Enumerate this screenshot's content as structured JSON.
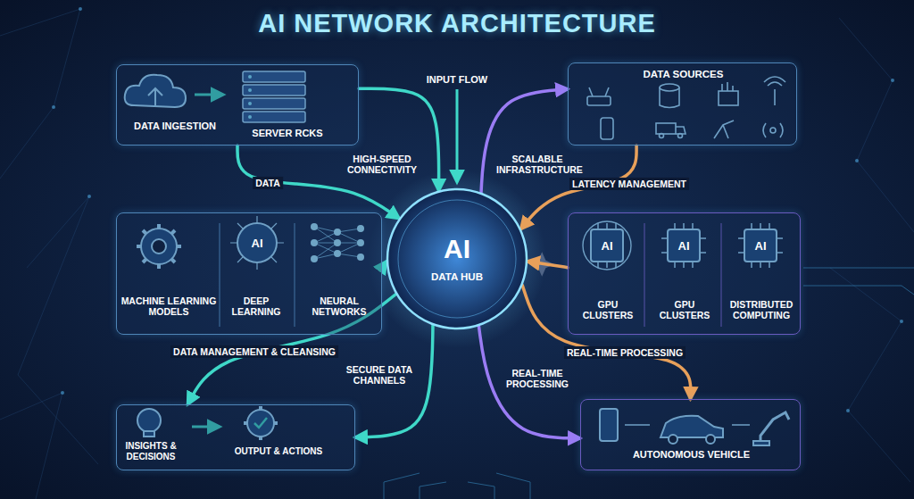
{
  "diagram": {
    "title": "AI NETWORK ARCHITECTURE",
    "nodes": [
      {
        "text": [
          "DATA INGESTION",
          "SERVER RCKS"
        ]
      },
      {
        "text": [
          "DATA SOURCES"
        ]
      },
      {
        "text": [
          "MACHINE LEARNING MODELS",
          "DEEP LEARNING",
          "NEURAL NETWORKS"
        ]
      },
      {
        "text": [
          "AI",
          "DATA HUB"
        ]
      },
      {
        "text": [
          "GPU CLUSTERS",
          "GPU CLUSTERS",
          "DISTRIBUTED COMPUTING"
        ]
      },
      {
        "text": [
          "INSIGHTS & DECISIONS",
          "OUTPUT & ACTIONS"
        ]
      },
      {
        "text": [
          "AUTONOMOUS VEHICLE"
        ]
      }
    ],
    "edges": [
      {
        "from": 0,
        "to": 3,
        "label": "DATA",
        "arrow": "to"
      },
      {
        "from": 0,
        "to": 3,
        "label": "HIGH-SPEED CONNECTIVITY",
        "arrow": "to"
      },
      {
        "from": 3,
        "to": 1,
        "label": "SCALABLE INFRASTRUCTURE",
        "arrow": "to"
      },
      {
        "from": 1,
        "to": 3,
        "label": "LATENCY MANAGEMENT",
        "arrow": "to"
      },
      {
        "from": 2,
        "to": 3,
        "arrow": "to"
      },
      {
        "from": 4,
        "to": 3,
        "arrow": "to"
      },
      {
        "from": 3,
        "to": 5,
        "label": "DATA MANAGEMENT & CLEANSING",
        "arrow": "to"
      },
      {
        "from": 3,
        "to": 5,
        "label": "SECURE DATA CHANNELS",
        "arrow": "to"
      },
      {
        "from": 3,
        "to": 6,
        "label": "REAL-TIME PROCESSING",
        "arrow": "to"
      },
      {
        "from": 3,
        "to": 6,
        "label": "REAL-TIME PROCESSING",
        "arrow": "to"
      }
    ],
    "labels": [
      "INPUT FLOW",
      "AI",
      "AI",
      "AI",
      "AI"
    ]
  }
}
